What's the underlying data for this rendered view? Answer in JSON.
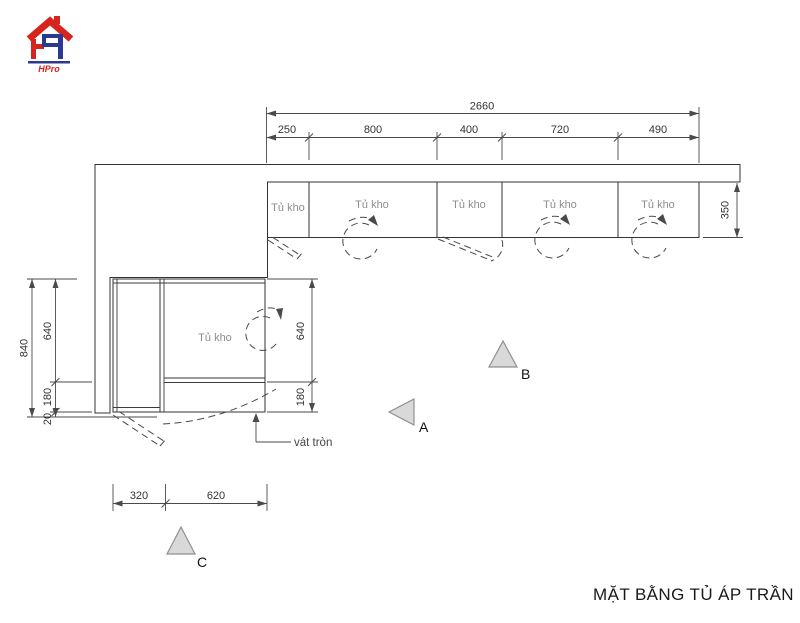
{
  "logo": {
    "text": "HPro",
    "red": "#d6251f",
    "blue": "#2b3990"
  },
  "title": "MẶT BẰNG TỦ ÁP TRẦN",
  "dims": {
    "top_total": "2660",
    "top_segments": [
      "250",
      "800",
      "400",
      "720",
      "490"
    ],
    "right_depth": "350",
    "left_total": "840",
    "left_segments": [
      "640",
      "180",
      "20"
    ],
    "inner_right_segments": [
      "640",
      "180"
    ],
    "bottom_segments": [
      "320",
      "620"
    ]
  },
  "cabinets": {
    "top_labels": [
      "Tủ kho",
      "Tủ kho",
      "Tủ kho",
      "Tủ kho",
      "Tủ kho"
    ],
    "left_label": "Tủ kho"
  },
  "annotations": {
    "corner_note": "vát tròn",
    "markers": [
      "A",
      "B",
      "C"
    ]
  },
  "colors": {
    "line": "#333333",
    "dimension": "#4a4a4a",
    "cabinet_label": "#8e8e8e",
    "triangle_fill": "#d9d9d9",
    "triangle_stroke": "#8f8f8f",
    "logo_red": "#d6251f",
    "logo_blue": "#2b3990"
  }
}
